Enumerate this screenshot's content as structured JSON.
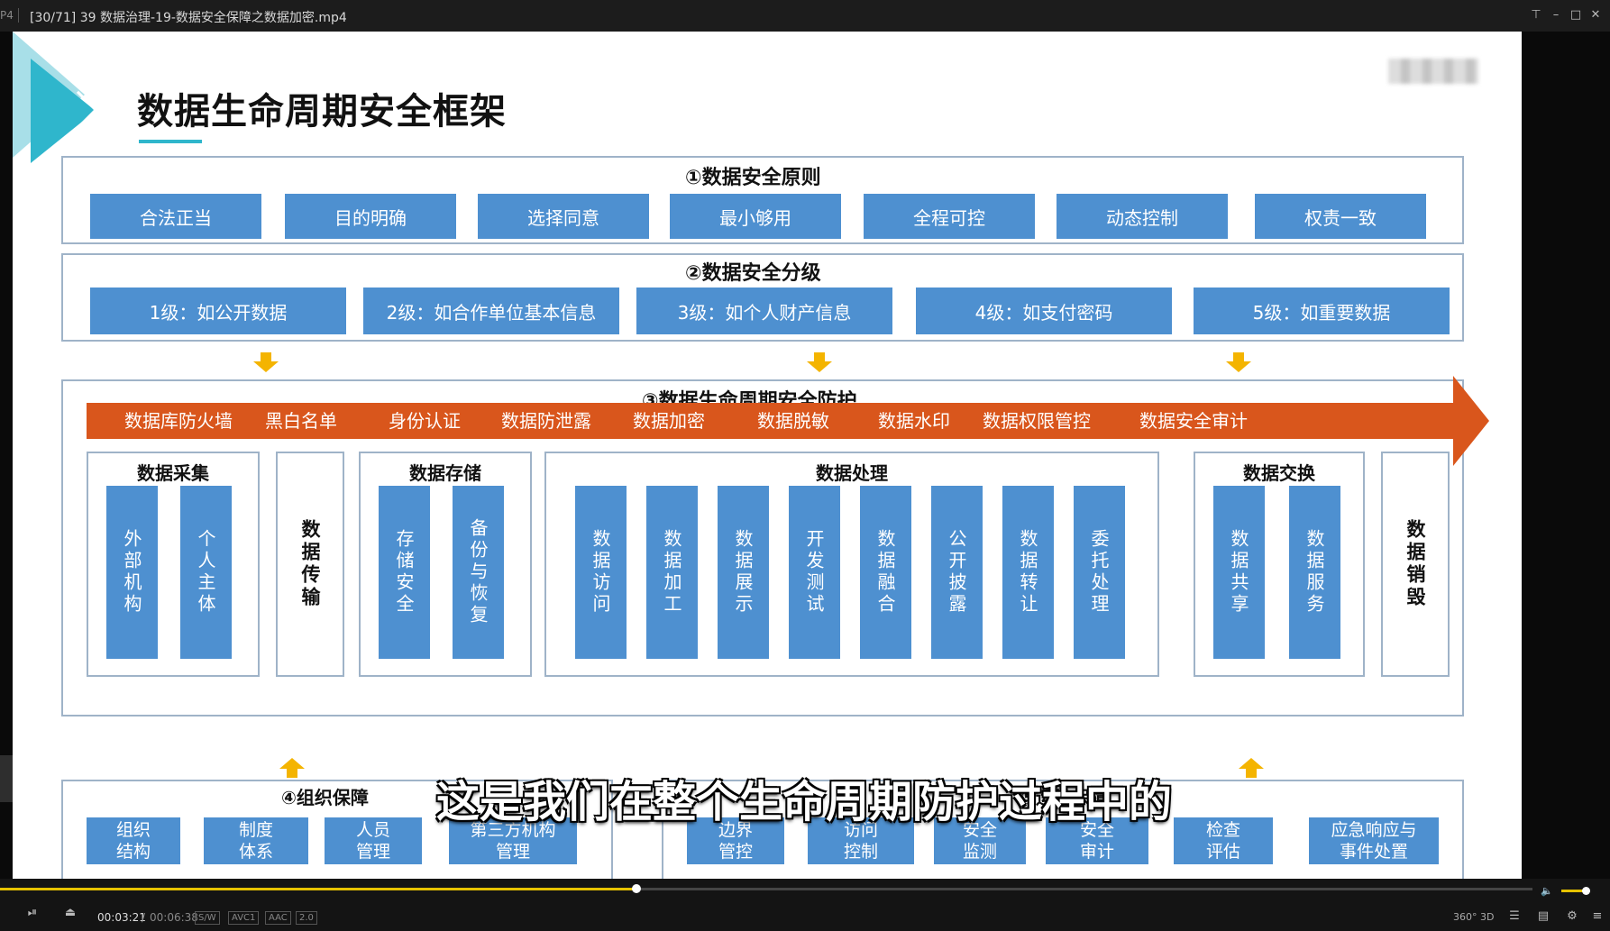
{
  "window": {
    "app_tag": "P4",
    "title": "[30/71] 39 数据治理-19-数据安全保障之数据加密.mp4",
    "buttons": [
      "pin-icon",
      "minimize-icon",
      "maximize-icon",
      "close-icon"
    ]
  },
  "slide": {
    "title": "数据生命周期安全框架",
    "principles": {
      "title": "①数据安全原则",
      "items": [
        "合法正当",
        "目的明确",
        "选择同意",
        "最小够用",
        "全程可控",
        "动态控制",
        "权责一致"
      ]
    },
    "grading": {
      "title": "②数据安全分级",
      "items": [
        "1级：如公开数据",
        "2级：如合作单位基本信息",
        "3级：如个人财产信息",
        "4级：如支付密码",
        "5级：如重要数据"
      ]
    },
    "lifecycle": {
      "title": "③数据生命周期安全防护",
      "arrow_items": [
        "数据库防火墙",
        "黑白名单",
        "身份认证",
        "数据防泄露",
        "数据加密",
        "数据脱敏",
        "数据水印",
        "数据权限管控",
        "数据安全审计"
      ],
      "collect": {
        "title": "数据采集",
        "items": [
          "外部机构",
          "个人主体"
        ]
      },
      "transfer": {
        "label": "数据传输"
      },
      "storage": {
        "title": "数据存储",
        "items": [
          "存储安全",
          "备份与恢复"
        ]
      },
      "process": {
        "title": "数据处理",
        "items": [
          "数据访问",
          "数据加工",
          "数据展示",
          "开发测试",
          "数据融合",
          "公开披露",
          "数据转让",
          "委托处理"
        ]
      },
      "exchange": {
        "title": "数据交换",
        "items": [
          "数据共享",
          "数据服务"
        ]
      },
      "destroy": {
        "label": "数据销毁"
      }
    },
    "org": {
      "title": "④组织保障",
      "items": [
        [
          "组织",
          "结构"
        ],
        [
          "制度",
          "体系"
        ],
        [
          "人员",
          "管理"
        ],
        [
          "第三方机构",
          "管理"
        ]
      ]
    },
    "tech": {
      "title_partial": "⑤运维保障",
      "items": [
        [
          "边界",
          "管控"
        ],
        [
          "访问",
          "控制"
        ],
        [
          "安全",
          "监测"
        ],
        [
          "安全",
          "审计"
        ],
        [
          "检查",
          "评估"
        ],
        [
          "应急响应与",
          "事件处置"
        ]
      ]
    }
  },
  "subtitle": "这是我们在整个生命周期防护过程中的",
  "player": {
    "progress": 0.415,
    "time_current": "00:03:21",
    "time_sep": "/",
    "time_total": "00:06:38",
    "tags": [
      "S/W",
      "AVC1",
      "AAC",
      "2.0"
    ],
    "right_icons": [
      "360°",
      "3D"
    ],
    "volume": 0.85
  },
  "colors": {
    "box_blue": "#4e90d0",
    "arrow_orange": "#d9561c",
    "accent_yellow": "#f4b400",
    "teal": "#2fb6cc",
    "seek_yellow": "#e6c200"
  }
}
